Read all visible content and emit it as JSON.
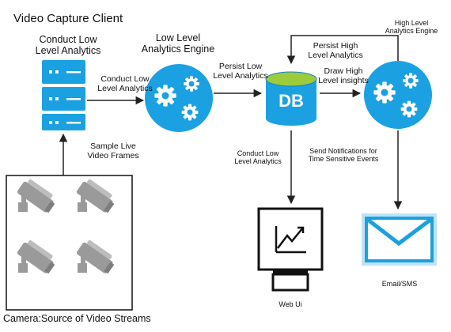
{
  "title": "Video Capture Client",
  "nodes": {
    "client_label": [
      "Conduct Low",
      "Level Analytics"
    ],
    "low_engine_label": [
      "Low Level",
      "Analytics Engine"
    ],
    "high_engine_label": [
      "High Level",
      "Analytics Engine"
    ],
    "db_text": "DB",
    "web_ui_label": "Web Ui",
    "email_label": "Email/SMS",
    "camera_label": "Camera:Source of Video Streams"
  },
  "edges": {
    "client_to_low": [
      "Conduct Low",
      "Level Analytics"
    ],
    "low_to_db": [
      "Persist Low",
      "Level Analytics"
    ],
    "db_to_high": [
      "Draw High",
      "Level insights"
    ],
    "high_to_db": [
      "Persist High",
      "Level Analytics"
    ],
    "camera_to_client": [
      "Sample Live",
      "Video Frames"
    ],
    "db_to_webui": [
      "Conduct Low",
      "Level Analytics"
    ],
    "high_to_email": [
      "Send Notifications for",
      "Time Sensitive Events"
    ]
  },
  "colors": {
    "accent": "#1ba1e2",
    "accent_dark": "#1582c4",
    "db_top": "#9ccc3c",
    "email_frame": "#bfe3f3",
    "line": "#222222",
    "camera_fill": "#9a9a9a"
  },
  "icons": [
    "server-icon",
    "gears-icon",
    "database-icon",
    "monitor-chart-icon",
    "envelope-icon",
    "security-camera-icon"
  ]
}
